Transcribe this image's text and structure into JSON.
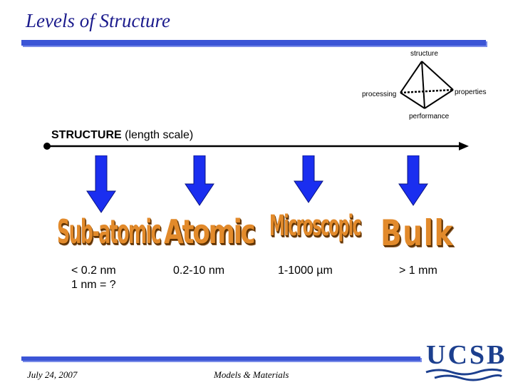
{
  "slide": {
    "title": "Levels of Structure",
    "footer_date": "July 24, 2007",
    "footer_center": "Models & Materials",
    "logo_text": "UCSB"
  },
  "tetrahedron": {
    "top": "structure",
    "left": "processing",
    "right": "properties",
    "bottom": "performance"
  },
  "axis": {
    "title_bold": "STRUCTURE",
    "title_rest": " (length scale)"
  },
  "levels": [
    {
      "word": "Sub-atomic",
      "scale_line1": "< 0.2 nm",
      "scale_line2": "1 nm = ?"
    },
    {
      "word": "Atomic",
      "scale_line1": "0.2-10 nm",
      "scale_line2": ""
    },
    {
      "word": "Microscopic",
      "scale_line1": "1-1000 µm",
      "scale_line2": ""
    },
    {
      "word": "Bulk",
      "scale_line1": "> 1 mm",
      "scale_line2": ""
    }
  ],
  "colors": {
    "title": "#1a1a8c",
    "bar": "#3b55d6",
    "arrow": "#1a2ef0",
    "word_fill": "#e28a2b",
    "logo": "#1c3f8e"
  }
}
